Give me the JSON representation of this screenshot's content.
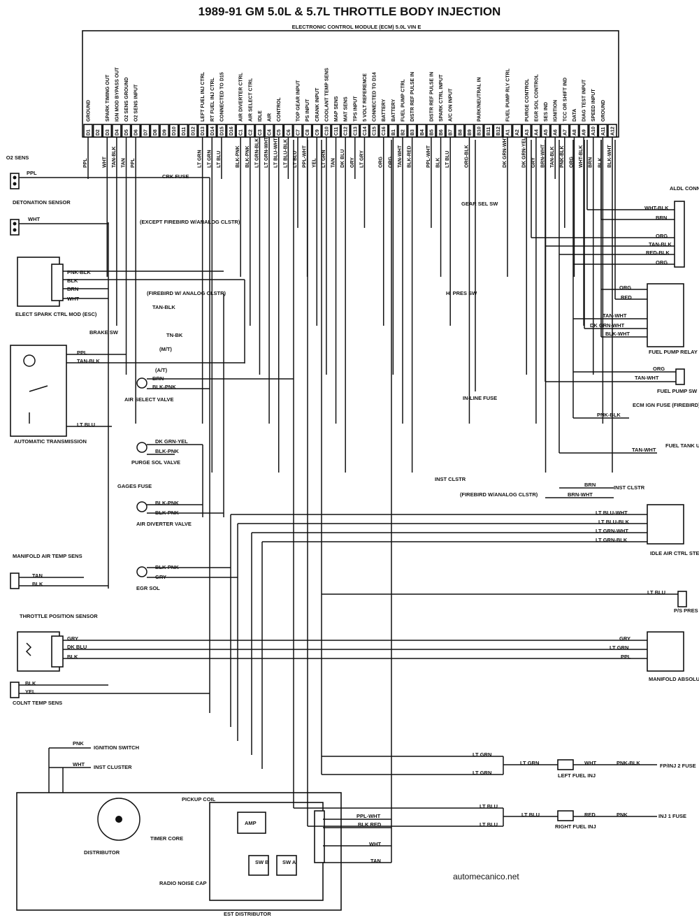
{
  "title": "1989-91 GM 5.0L & 5.7L THROTTLE BODY INJECTION",
  "ecm": {
    "label": "ELECTRONIC CONTROL MODULE (ECM) 5.0L VIN E",
    "pins": [
      {
        "id": "D1",
        "fn": "GROUND",
        "wire": "PPL"
      },
      {
        "id": "D2",
        "fn": "",
        "wire": ""
      },
      {
        "id": "D3",
        "fn": "SPARK TIMING OUT",
        "wire": "WHT"
      },
      {
        "id": "D4",
        "fn": "IGN MOD BYPASS OUT",
        "wire": "TAN-BLK"
      },
      {
        "id": "D5",
        "fn": "O2 SENS GROUND",
        "wire": "TAN"
      },
      {
        "id": "D6",
        "fn": "O2 SENS INPUT",
        "wire": "PPL"
      },
      {
        "id": "D7",
        "fn": "",
        "wire": ""
      },
      {
        "id": "D8",
        "fn": "",
        "wire": ""
      },
      {
        "id": "D9",
        "fn": "",
        "wire": ""
      },
      {
        "id": "D10",
        "fn": "",
        "wire": ""
      },
      {
        "id": "D11",
        "fn": "",
        "wire": ""
      },
      {
        "id": "D12",
        "fn": "",
        "wire": ""
      },
      {
        "id": "D13",
        "fn": "LEFT FUEL INJ CTRL",
        "wire": "LT GRN"
      },
      {
        "id": "D14",
        "fn": "RT FUEL INJ CTRL",
        "wire": "LT GRN"
      },
      {
        "id": "D15",
        "fn": "CONNECTED TO D15",
        "wire": "LT BLU"
      },
      {
        "id": "D16",
        "fn": "",
        "wire": ""
      },
      {
        "id": "C1",
        "fn": "AIR DIVERTER CTRL",
        "wire": "BLK-PNK"
      },
      {
        "id": "C2",
        "fn": "AIR SELECT CTRL",
        "wire": "BLK-PNK"
      },
      {
        "id": "C3",
        "fn": "IDLE",
        "wire": "LT GRN-BLK"
      },
      {
        "id": "C4",
        "fn": "AIR",
        "wire": "LT GRN-WHT"
      },
      {
        "id": "C5",
        "fn": "CONTROL",
        "wire": "LT BLU-WHT"
      },
      {
        "id": "C6",
        "fn": "",
        "wire": "LT BLU-BLK"
      },
      {
        "id": "C7",
        "fn": "TOP GEAR INPUT",
        "wire": "LT BLU"
      },
      {
        "id": "C8",
        "fn": "PS INPUT",
        "wire": "PPL-WHT"
      },
      {
        "id": "C9",
        "fn": "CRANK INPUT",
        "wire": "YEL"
      },
      {
        "id": "C10",
        "fn": "COOLANT TEMP SENS",
        "wire": "LT GRN"
      },
      {
        "id": "C11",
        "fn": "MAP SENS",
        "wire": "TAN"
      },
      {
        "id": "C12",
        "fn": "MAT SENS",
        "wire": "DK BLU"
      },
      {
        "id": "C13",
        "fn": "TPS INPUT",
        "wire": "GRY"
      },
      {
        "id": "C14",
        "fn": "5 VOLT REFERENCE",
        "wire": "LT GRY"
      },
      {
        "id": "C15",
        "fn": "CONNECTED TO D14",
        "wire": ""
      },
      {
        "id": "C16",
        "fn": "BATTERY",
        "wire": "ORG"
      },
      {
        "id": "B1",
        "fn": "BATTERY",
        "wire": "ORG"
      },
      {
        "id": "B2",
        "fn": "FUEL PUMP CTRL",
        "wire": "TAN-WHT"
      },
      {
        "id": "B3",
        "fn": "DISTR REF PULSE IN",
        "wire": "BLK-RED"
      },
      {
        "id": "B4",
        "fn": "",
        "wire": ""
      },
      {
        "id": "B5",
        "fn": "DISTR REF PULSE IN",
        "wire": "PPL-WHT"
      },
      {
        "id": "B6",
        "fn": "SPARK CTRL INPUT",
        "wire": "BLK"
      },
      {
        "id": "B7",
        "fn": "A/C ON INPUT",
        "wire": "LT BLU"
      },
      {
        "id": "B8",
        "fn": "",
        "wire": ""
      },
      {
        "id": "B9",
        "fn": "",
        "wire": "ORG-BLK"
      },
      {
        "id": "B10",
        "fn": "PARK/NEUTRAL IN",
        "wire": ""
      },
      {
        "id": "B11",
        "fn": "",
        "wire": ""
      },
      {
        "id": "B12",
        "fn": "",
        "wire": ""
      },
      {
        "id": "A1",
        "fn": "FUEL PUMP RLY CTRL",
        "wire": "DK GRN-WHT"
      },
      {
        "id": "A2",
        "fn": "",
        "wire": ""
      },
      {
        "id": "A3",
        "fn": "PURGE CONTROL",
        "wire": "DK GRN-YEL"
      },
      {
        "id": "A4",
        "fn": "EGR SOL CONTROL",
        "wire": "GRY"
      },
      {
        "id": "A5",
        "fn": "SES IND",
        "wire": "BRN-WHT"
      },
      {
        "id": "A6",
        "fn": "IGNITION",
        "wire": "TAN-BLK"
      },
      {
        "id": "A7",
        "fn": "TCC OR SHIFT IND",
        "wire": "PNK-BLK"
      },
      {
        "id": "A8",
        "fn": "DATA",
        "wire": "ORG"
      },
      {
        "id": "A9",
        "fn": "DIAG TEST INPUT",
        "wire": "WHT-BLK"
      },
      {
        "id": "A10",
        "fn": "SPEED INPUT",
        "wire": "BRN"
      },
      {
        "id": "A11",
        "fn": "GROUND",
        "wire": "BLK"
      },
      {
        "id": "A12",
        "fn": "",
        "wire": "BLK-WHT"
      }
    ]
  },
  "components": {
    "o2": "O2 SENS",
    "det": "DETONATION SENSOR",
    "esc": "ELECT SPARK CTRL MOD (ESC)",
    "brake": "BRAKE SW",
    "trans": "AUTOMATIC TRANSMISSION",
    "airsel": "AIR SELECT VALVE",
    "purge": "PURGE SOL VALVE",
    "gages": "GAGES FUSE",
    "airdiv": "AIR DIVERTER VALVE",
    "mat": "MANIFOLD AIR TEMP SENS",
    "egr": "EGR SOL",
    "tps": "THROTTLE POSITION SENSOR",
    "clt": "COLNT TEMP SENS",
    "crk": "CRK FUSE",
    "gearsel": "GEAR SEL SW",
    "hipres": "HI PRES SW",
    "inline": "IN-LINE FUSE",
    "aldl": "ALDL CONN",
    "fprelay": "FUEL PUMP RELAY",
    "fpsw": "FUEL PUMP SW",
    "ecmfuse": "ECM IGN FUSE (FIREBIRD) ENG CTRL (CAMARO)",
    "tank": "FUEL TANK UNIT",
    "instclstr": "INST CLSTR",
    "iac": "IDLE AIR CTRL STEPPER MOTOR",
    "ps": "P/S PRES SW",
    "map": "MANIFOLD ABSOLUTE PRES SW",
    "leftinj": "LEFT FUEL INJ",
    "rightinj": "RIGHT FUEL INJ",
    "fpfuse": "FP/INJ 2 FUSE",
    "inj1": "INJ 1 FUSE",
    "ignsw": "IGNITION SWITCH",
    "instcl": "INST CLUSTER",
    "dist": "DISTRIBUTOR",
    "timer": "TIMER CORE",
    "pickup": "PICKUP COIL",
    "amp": "AMP",
    "swb": "SW B",
    "swa": "SW A",
    "radio": "RADIO NOISE CAP",
    "est": "EST DISTRIBUTOR",
    "notes": {
      "except": "(EXCEPT FIREBIRD W/ANALOG CLSTR)",
      "firebird": "(FIREBIRD W/ ANALOG CLSTR)",
      "mt": "(M/T)",
      "at": "(A/T)",
      "firebird2": "(FIREBIRD W/ANALOG CLSTR)"
    }
  },
  "wires": {
    "ppl": "PPL",
    "wht": "WHT",
    "pnkblk": "PNK-BLK",
    "blk": "BLK",
    "brn": "BRN",
    "tanblk": "TAN-BLK",
    "tnbk": "TN-BK",
    "tanblk2": "TAN-BLK",
    "ltblu": "LT BLU",
    "blkpnk": "BLK-PNK",
    "dkgrnyel": "DK GRN-YEL",
    "gry": "GRY",
    "tan": "TAN",
    "dkblu": "DK BLU",
    "yel": "YEL",
    "whtblk": "WHT-BLK",
    "org": "ORG",
    "redblk": "RED-BLK",
    "red": "RED",
    "tanwht": "TAN-WHT",
    "dkgrnwht": "DK GRN-WHT",
    "blkwht": "BLK-WHT",
    "brnwht": "BRN-WHT",
    "ltbluwht": "LT BLU-WHT",
    "ltblublk": "LT BLU-BLK",
    "ltgrnwht": "LT GRN-WHT",
    "ltgrnblk": "LT GRN-BLK",
    "ltgrn": "LT GRN",
    "pplwht": "PPL-WHT",
    "blkred": "BLK RED",
    "pnk": "PNK",
    "ltgrn2": "LT GRN"
  },
  "watermark": "automecanico.net"
}
